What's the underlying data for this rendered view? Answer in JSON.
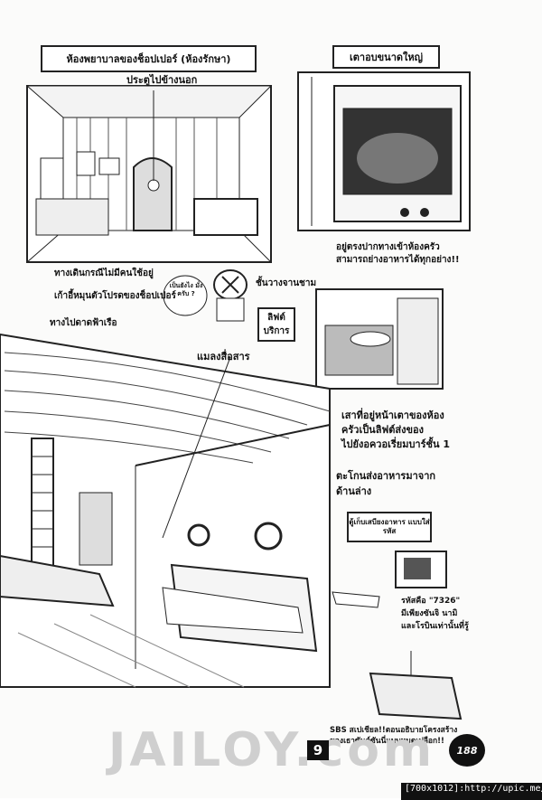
{
  "labels": {
    "infirmary_banner": "ห้องพยาบาลของช็อปเปอร์ (ห้องรักษา)",
    "exit_door": "ประตูไปข้างนอก",
    "big_oven_banner": "เตาอบขนาดใหญ่",
    "oven_note_1": "อยู่ตรงปากทางเข้าห้องครัว",
    "oven_note_2": "สามารถย่างอาหารได้ทุกอย่าง!!",
    "dish_shelf": "ชั้นวางจานชาม",
    "tools_note_1": "ทางเดินกรณีไม่มีคนใช้อยู่",
    "tools_note_2": "เก้าอี้หมุนตัวโปรดของช็อปเปอร์",
    "chopper_speech": "เป็นยังไง มั่งครับ ?",
    "lift_box": "ลิฟต์ บริการ",
    "lift_note_1": "เสาที่อยู่หน้าเตาของห้อง",
    "lift_note_2": "ครัวเป็นลิฟต์ส่งของ",
    "lift_note_3": "ไปยังอควอเรี่ยมบาร์ชั้น 1",
    "basket_note_1": "ตะโกนส่งอาหารมาจาก",
    "basket_note_2": "ด้านล่าง",
    "to_deck": "ทางไปดาดฟ้าเรือ",
    "comm_pipe": "แมลงสื่อสาร",
    "safe_box": "ตู้เก็บเสบียงอาหาร แบบใส่รหัส",
    "code_note_1": "รหัสคือ \"7326\"",
    "code_note_2": "มีเพียงซันจิ นามิ",
    "code_note_3": "และโรบินเท่านั้นที่รู้",
    "sbs_1": "SBS สเปเชียล!!ตอนอธิบายโครงสร้าง",
    "sbs_2": "ของเธาซันด์ซันนี่แบบหมดเปลือก!!",
    "skull_text": "188",
    "page_number": "9",
    "watermark": "JAILOY.com",
    "image_info": "[700x1012]:http://upic.me/"
  }
}
